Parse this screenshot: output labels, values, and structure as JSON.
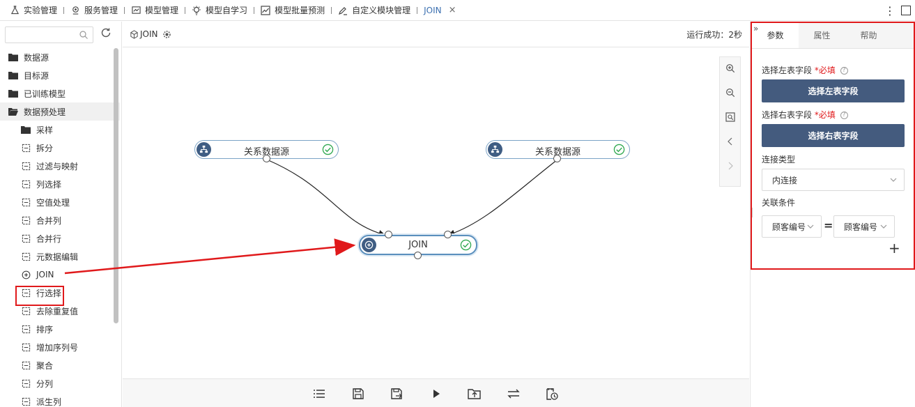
{
  "top_tabs": [
    {
      "label": "实验管理",
      "icon": "flask-icon"
    },
    {
      "label": "服务管理",
      "icon": "service-icon"
    },
    {
      "label": "模型管理",
      "icon": "chart-icon"
    },
    {
      "label": "模型自学习",
      "icon": "bulb-icon"
    },
    {
      "label": "模型批量预测",
      "icon": "trend-icon"
    },
    {
      "label": "自定义模块管理",
      "icon": "edit-icon"
    },
    {
      "label": "JOIN",
      "icon": ""
    }
  ],
  "top_right": {
    "more": "⋮"
  },
  "sidebar": {
    "search_placeholder": "",
    "tree": [
      {
        "label": "数据源",
        "level": 0,
        "icon": "folder-icon"
      },
      {
        "label": "目标源",
        "level": 0,
        "icon": "folder-icon"
      },
      {
        "label": "已训练模型",
        "level": 0,
        "icon": "folder-icon"
      },
      {
        "label": "数据预处理",
        "level": 0,
        "icon": "folder-open-icon"
      },
      {
        "label": "采样",
        "level": 1,
        "icon": "folder-icon"
      },
      {
        "label": "拆分",
        "level": 1,
        "icon": "split-icon"
      },
      {
        "label": "过滤与映射",
        "level": 1,
        "icon": "filter-icon"
      },
      {
        "label": "列选择",
        "level": 1,
        "icon": "column-select-icon"
      },
      {
        "label": "空值处理",
        "level": 1,
        "icon": "null-handle-icon"
      },
      {
        "label": "合并列",
        "level": 1,
        "icon": "merge-columns-icon"
      },
      {
        "label": "合并行",
        "level": 1,
        "icon": "merge-rows-icon"
      },
      {
        "label": "元数据编辑",
        "level": 1,
        "icon": "database-icon"
      },
      {
        "label": "JOIN",
        "level": 1,
        "icon": "join-icon"
      },
      {
        "label": "行选择",
        "level": 1,
        "icon": "row-select-icon"
      },
      {
        "label": "去除重复值",
        "level": 1,
        "icon": "dedupe-icon"
      },
      {
        "label": "排序",
        "level": 1,
        "icon": "sort-icon"
      },
      {
        "label": "增加序列号",
        "level": 1,
        "icon": "sequence-icon"
      },
      {
        "label": "聚合",
        "level": 1,
        "icon": "aggregate-icon"
      },
      {
        "label": "分列",
        "level": 1,
        "icon": "split-column-icon"
      },
      {
        "label": "派生列",
        "level": 1,
        "icon": "derive-column-icon"
      }
    ]
  },
  "canvas": {
    "title": "JOIN",
    "status": "运行成功：2秒",
    "nodes": [
      {
        "label": "关系数据源"
      },
      {
        "label": "关系数据源"
      },
      {
        "label": "JOIN"
      }
    ]
  },
  "right_panel": {
    "tabs": [
      "参数",
      "属性",
      "帮助"
    ],
    "left_field_label": "选择左表字段",
    "right_field_label": "选择右表字段",
    "required_text": "*必填",
    "left_button": "选择左表字段",
    "right_button": "选择右表字段",
    "join_type_label": "连接类型",
    "join_type_value": "内连接",
    "condition_label": "关联条件",
    "condition_left": "顾客编号",
    "condition_op": "=",
    "condition_right": "顾客编号",
    "add": "+"
  },
  "colors": {
    "accent": "#445b7e",
    "highlight": "#e0191b",
    "success": "#2fa84f",
    "node_border": "#7ba3c6"
  }
}
